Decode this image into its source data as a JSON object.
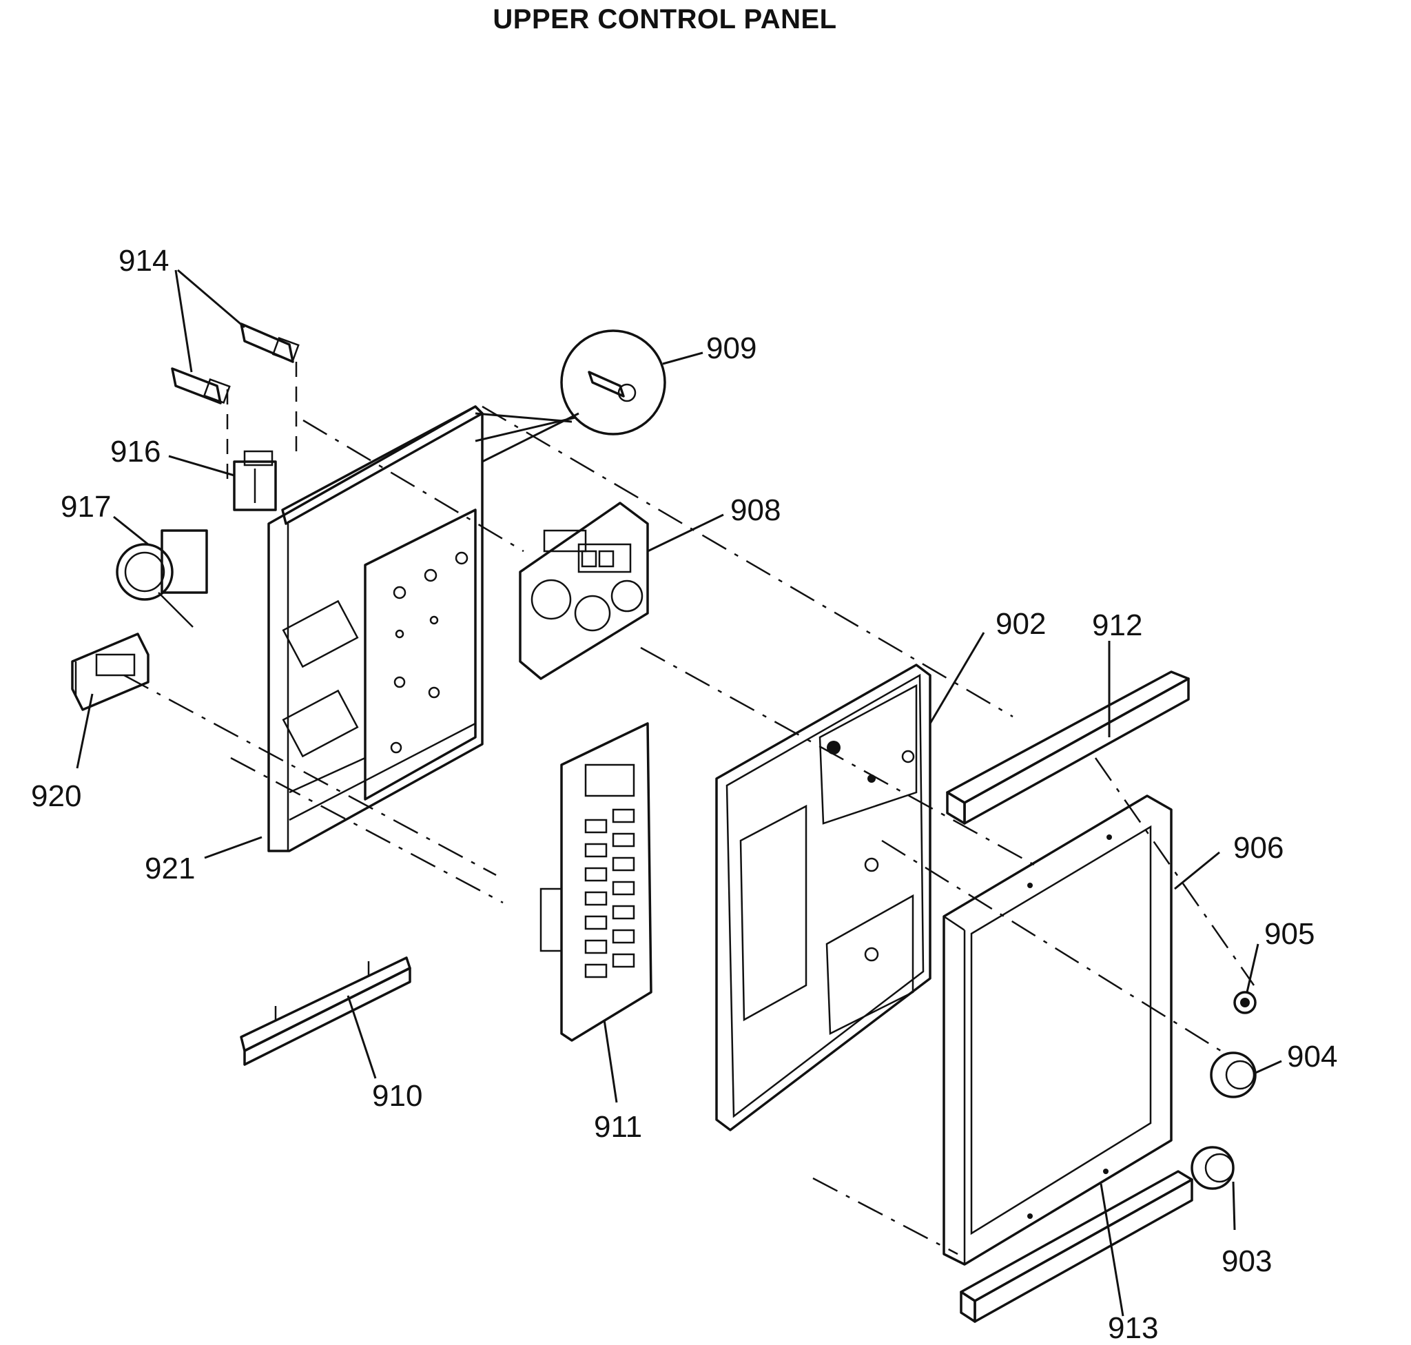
{
  "title": "UPPER CONTROL PANEL",
  "callouts": {
    "c902": "902",
    "c903": "903",
    "c904": "904",
    "c905": "905",
    "c906": "906",
    "c908": "908",
    "c909": "909",
    "c910": "910",
    "c911": "911",
    "c912": "912",
    "c913": "913",
    "c914": "914",
    "c916": "916",
    "c917": "917",
    "c920": "920",
    "c921": "921"
  }
}
